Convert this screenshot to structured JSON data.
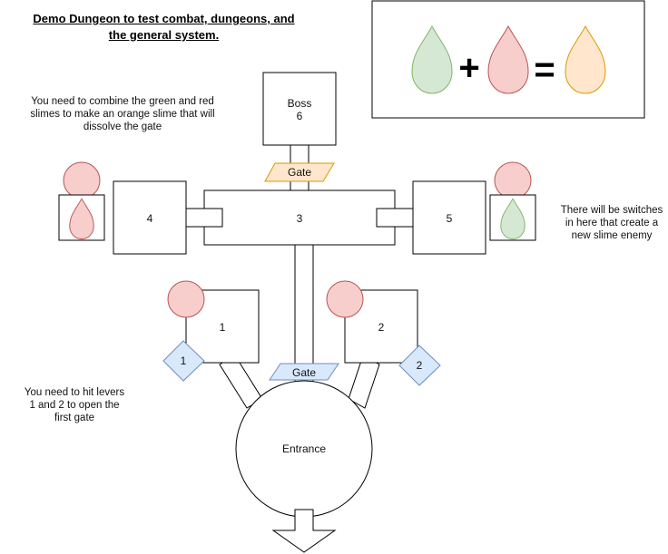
{
  "title": {
    "line1": "Demo Dungeon to test combat, dungeons, and",
    "line2": "the general system."
  },
  "notes": {
    "combine_slimes": "You need to combine the green and red slimes to make an orange slime that will dissolve the gate",
    "switches": "There will be switches in here that create a new slime enemy",
    "levers": "You need to hit levers 1 and 2 to open the first gate"
  },
  "legend": {
    "plus": "+",
    "equals": "="
  },
  "rooms": {
    "boss_line1": "Boss",
    "boss_line2": "6",
    "room3": "3",
    "room4": "4",
    "room5": "5",
    "room1": "1",
    "room2": "2",
    "entrance": "Entrance"
  },
  "gates": {
    "top": "Gate",
    "bottom": "Gate"
  },
  "levers": {
    "lever1": "1",
    "lever2": "2"
  },
  "colors": {
    "green_fill": "#d5e8d4",
    "green_stroke": "#82b366",
    "red_fill": "#f8cecc",
    "red_stroke": "#b85450",
    "orange_fill": "#ffe6cc",
    "orange_stroke": "#d79b00",
    "blue_fill": "#dae8fc",
    "blue_stroke": "#6c8ebf",
    "gate_orange_fill": "#ffe6cc",
    "gate_orange_stroke": "#d79b00"
  }
}
